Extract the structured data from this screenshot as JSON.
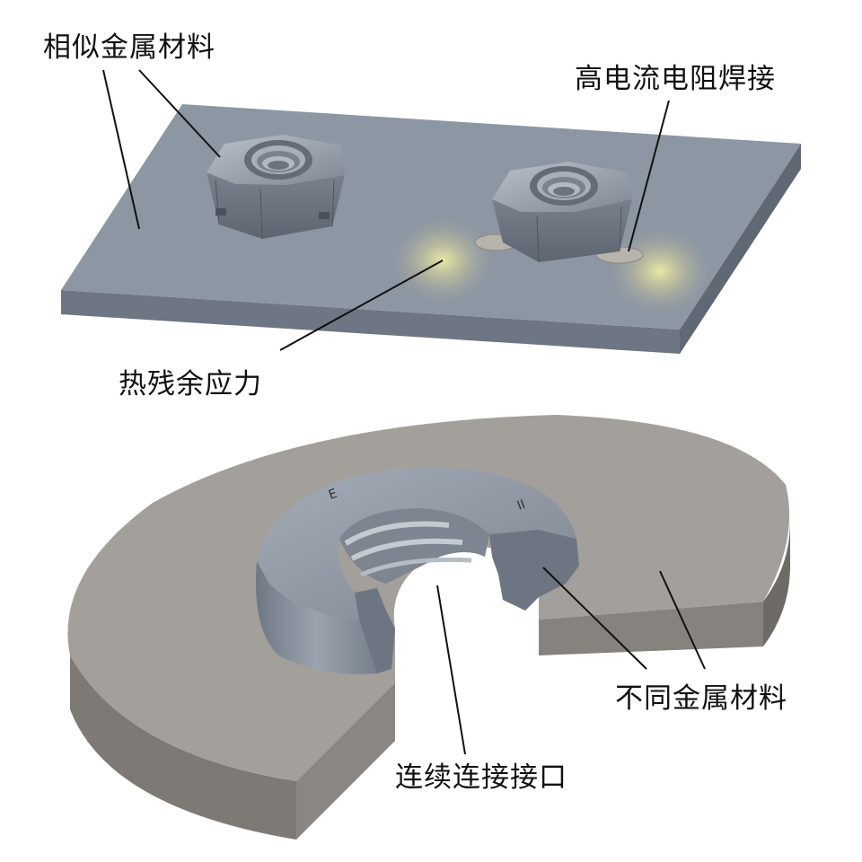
{
  "labels": {
    "similar_metal": "相似金属材料",
    "high_current_weld": "高电流电阻焊接",
    "thermal_residual_stress": "热残余应力",
    "dissimilar_metal": "不同金属材料",
    "continuous_joint": "连续连接接口"
  },
  "nut_markings": {
    "left": "E",
    "right": "II"
  },
  "colors": {
    "plate_top": "#8d97a3",
    "plate_side": "#6f7884",
    "nut_metal": "#8f98a3",
    "disc_top": "#a19d99",
    "disc_side": "#7c7874",
    "heat_glow": "#e8e6a0",
    "leader_line": "#111111"
  }
}
